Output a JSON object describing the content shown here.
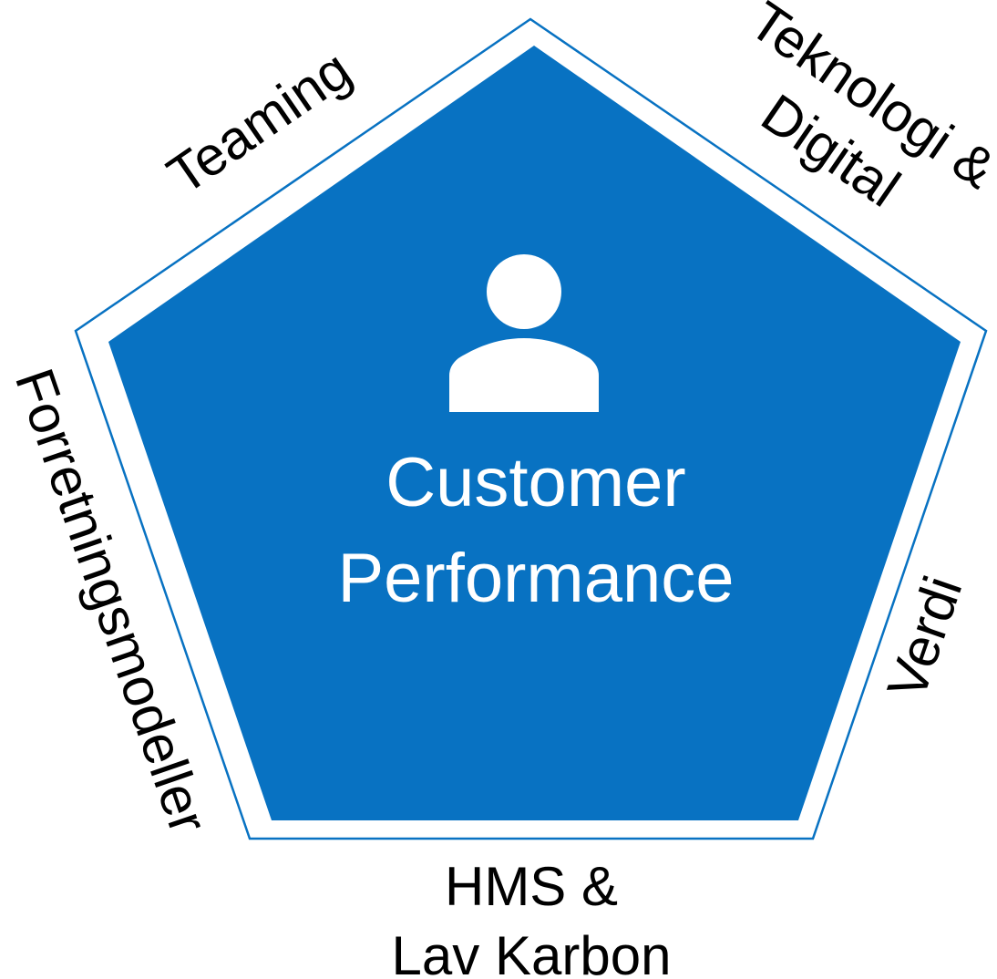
{
  "colors": {
    "pentagon_fill": "#0872C2",
    "outline_stroke": "#0872C2",
    "background": "#FFFFFF",
    "side_text": "#000000",
    "center_text": "#FFFFFF",
    "icon": "#FFFFFF"
  },
  "center": {
    "icon": "person-icon",
    "line1": "Customer",
    "line2": "Performance"
  },
  "sides": {
    "top_left": "Teaming",
    "top_right_line1": "Teknologi &",
    "top_right_line2": "Digital",
    "right": "Verdi",
    "bottom_line1": "HMS &",
    "bottom_line2": "Lav Karbon",
    "left": "Forretningsmodeller"
  }
}
